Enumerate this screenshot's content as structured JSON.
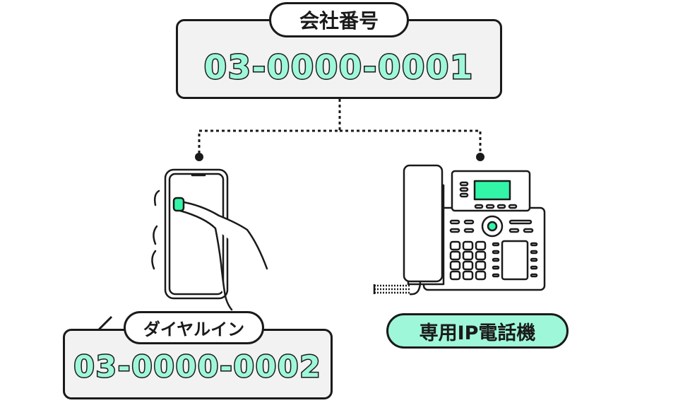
{
  "company_number": {
    "label": "会社番号",
    "number": "03-0000-0001"
  },
  "direct_dial": {
    "label": "ダイヤルイン",
    "number": "03-0000-0002"
  },
  "ip_phone": {
    "label": "専用IP電話機"
  },
  "colors": {
    "mint": "#9ff7da",
    "screen": "#33f5a8",
    "ink": "#1a1a1a",
    "panel": "#f2f2f2"
  }
}
